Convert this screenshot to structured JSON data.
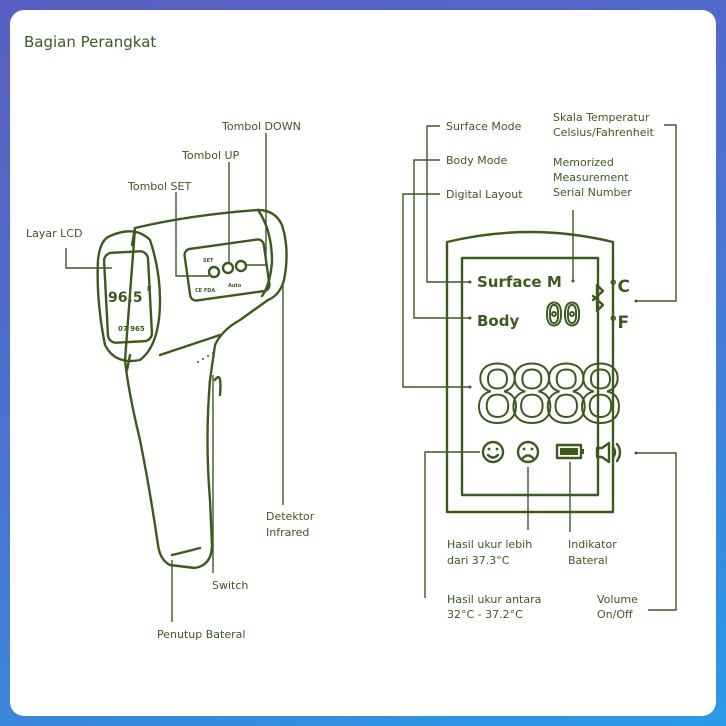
{
  "title": "Bagian Perangkat",
  "left_labels": {
    "lcd": "Layar LCD",
    "set": "Tombol SET",
    "up": "Tombol UP",
    "down": "Tombol DOWN",
    "detector_1": "Detektor",
    "detector_2": "Infrared",
    "switch": "Switch",
    "battery_cover": "Penutup Bateral"
  },
  "gun_screen": {
    "reading": "96.5",
    "unit": "F",
    "memory": "07 965",
    "set_label": "SET",
    "cert": "CE FDA",
    "auto": "Auto"
  },
  "right_labels": {
    "surface_mode": "Surface Mode",
    "body_mode": "Body Mode",
    "digital_layout": "Digital Layout",
    "scale_1": "Skala Temperatur",
    "scale_2": "Celsius/Fahrenheit",
    "memo_1": "Memorized",
    "memo_2": "Measurement",
    "memo_3": "Serial Number",
    "high_1": "Hasil ukur lebih",
    "high_2": "dari 37.3°C",
    "normal_1": "Hasil ukur antara",
    "normal_2": "32°C - 37.2°C",
    "battery_1": "Indikator",
    "battery_2": "Bateral",
    "volume_1": "Volume",
    "volume_2": "On/Off"
  },
  "lcd": {
    "surface": "Surface M",
    "body": "Body",
    "memory": "00",
    "celsius": "°C",
    "fahrenheit": "°F",
    "digits": "8888"
  },
  "colors": {
    "ink": "#3d5a1e"
  }
}
